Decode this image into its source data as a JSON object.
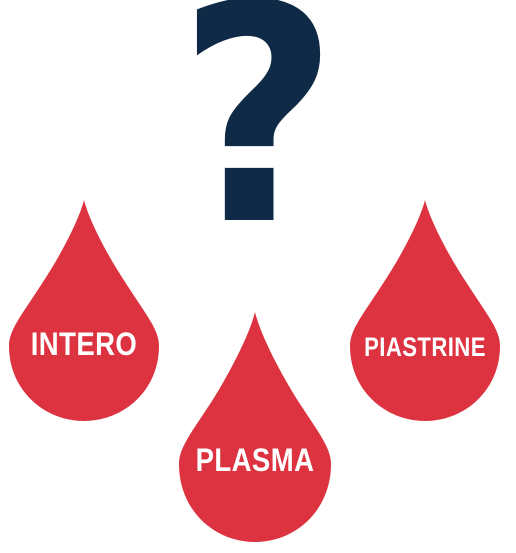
{
  "question_mark": "?",
  "colors": {
    "question": "#0e2a47",
    "drop_fill": "#dd3340",
    "drop_text": "#ffffff"
  },
  "drops": {
    "left": {
      "label": "INTERO",
      "icon": "blood-drop-icon"
    },
    "center": {
      "label": "PLASMA",
      "icon": "blood-drop-icon"
    },
    "right": {
      "label": "PIASTRINE",
      "icon": "blood-drop-icon"
    }
  }
}
